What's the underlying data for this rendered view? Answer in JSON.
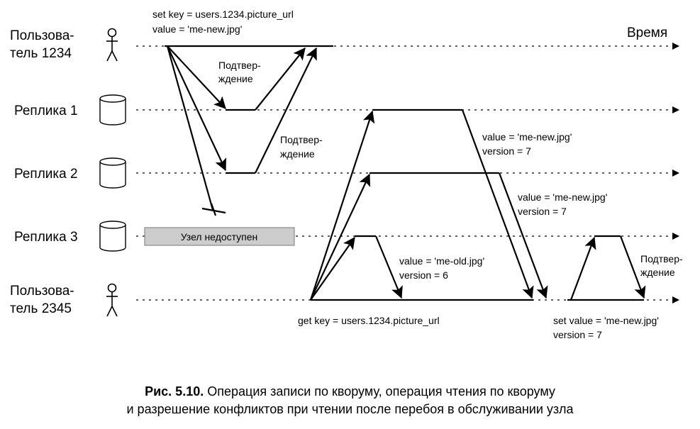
{
  "lanes": {
    "user1234_a": "Пользова-",
    "user1234_b": "тель 1234",
    "replica1": "Реплика 1",
    "replica2": "Реплика 2",
    "replica3": "Реплика 3",
    "user2345_a": "Пользова-",
    "user2345_b": "тель 2345"
  },
  "time_label": "Время",
  "write_request": {
    "line1": "set key = users.1234.picture_url",
    "line2": "value = 'me-new.jpg'"
  },
  "ack_top": {
    "line1": "Подтвер-",
    "line2": "ждение"
  },
  "ack_mid": {
    "line1": "Подтвер-",
    "line2": "ждение"
  },
  "ack_right": {
    "line1": "Подтвер-",
    "line2": "ждение"
  },
  "node_down": "Узел недоступен",
  "resp_replica1": {
    "line1": "value = 'me-new.jpg'",
    "line2": "version = 7"
  },
  "resp_replica2": {
    "line1": "value = 'me-new.jpg'",
    "line2": "version = 7"
  },
  "resp_replica3": {
    "line1": "value = 'me-old.jpg'",
    "line2": "version = 6"
  },
  "read_request": "get key = users.1234.picture_url",
  "repair_request": {
    "line1": "set value = 'me-new.jpg'",
    "line2": "version = 7"
  },
  "caption": {
    "label": "Рис. 5.10.",
    "line1": "Операция записи по кворуму, операция чтения по кворуму",
    "line2": "и разрешение конфликтов при чтении после перебоя в обслуживании узла"
  },
  "colors": {
    "line": "#000000",
    "down_box": "#cccccc",
    "actor_stroke": "#000000"
  }
}
